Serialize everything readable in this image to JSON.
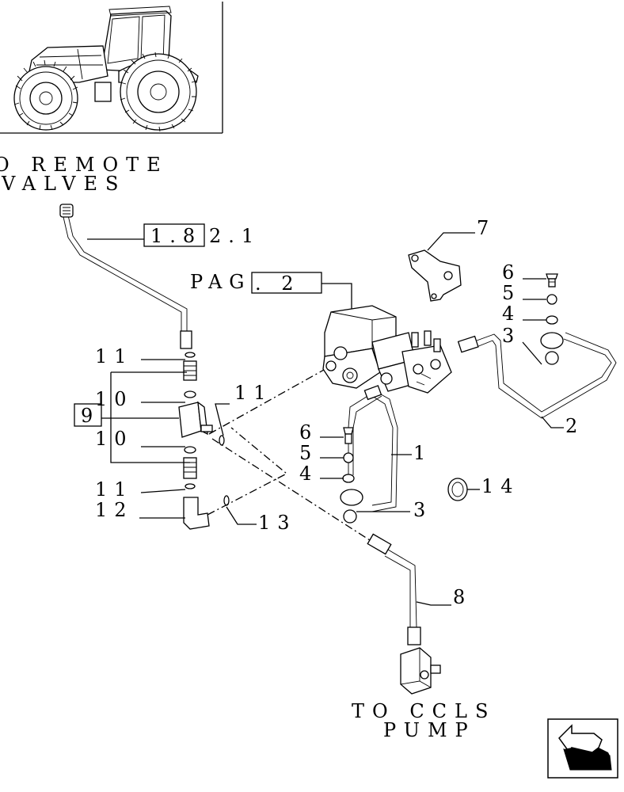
{
  "captions": {
    "remote_line1": "O REMOTE",
    "remote_line2": "VALVES",
    "ccls_line1": "TO CCLS",
    "ccls_line2": "PUMP"
  },
  "references": {
    "ref_box": "1.8",
    "ref_suffix": "2.1",
    "pag_prefix": "PAG",
    "pag_box": ". 2"
  },
  "part_labels": {
    "p1": "1",
    "p2": "2",
    "p3a": "3",
    "p3b": "3",
    "p4a": "4",
    "p4b": "4",
    "p5a": "5",
    "p5b": "5",
    "p6a": "6",
    "p6b": "6",
    "p7": "7",
    "p8": "8",
    "p9": "9",
    "p10a": "10",
    "p10b": "10",
    "p11a": "11",
    "p11b": "11",
    "p11c": "11",
    "p12": "12",
    "p13": "13",
    "p14": "14"
  },
  "icons": {
    "tractor": "tractor-illustration-icon",
    "nav": "next-page-arrow-icon"
  }
}
